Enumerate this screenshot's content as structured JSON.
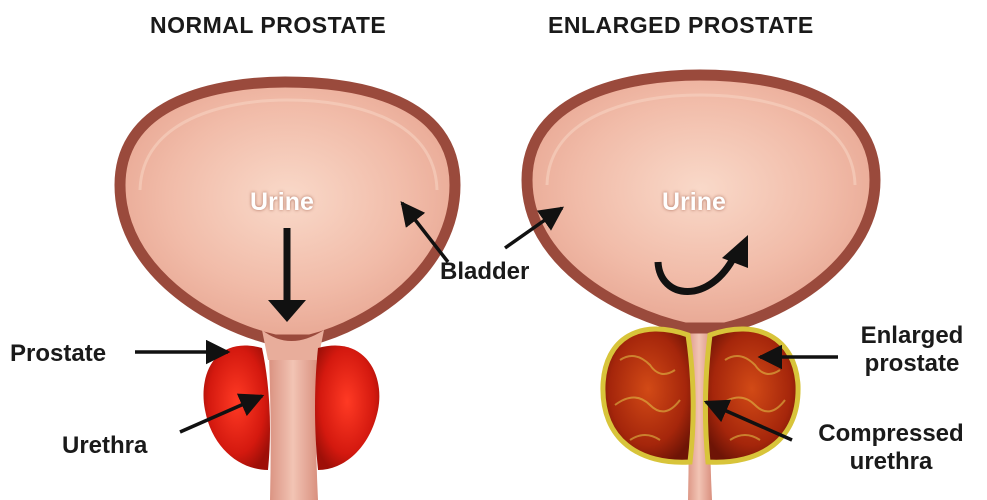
{
  "titles": {
    "normal": "NORMAL PROSTATE",
    "enlarged": "ENLARGED PROSTATE"
  },
  "labels": {
    "urine_left": "Urine",
    "urine_right": "Urine",
    "bladder": "Bladder",
    "prostate": "Prostate",
    "urethra": "Urethra",
    "enlarged_prostate_line1": "Enlarged",
    "enlarged_prostate_line2": "prostate",
    "compressed_urethra_line1": "Compressed",
    "compressed_urethra_line2": "urethra"
  },
  "colors": {
    "bladder_wall": "#9a4a3c",
    "bladder_inner": "#f3c2b0",
    "prostate_normal": "#d4190f",
    "prostate_enlarged": "#b8330d",
    "enlarged_rim": "#d8c43a",
    "urethra": "#eab3a3"
  }
}
